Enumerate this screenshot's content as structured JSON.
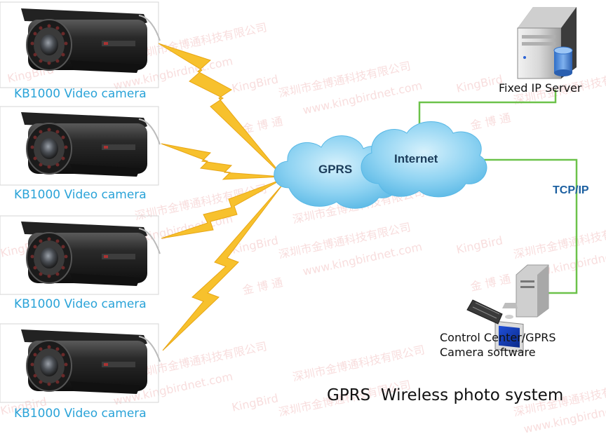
{
  "cameras": [
    {
      "label": "KB1000 Video camera"
    },
    {
      "label": "KB1000 Video camera"
    },
    {
      "label": "KB1000 Video camera"
    },
    {
      "label": "KB1000 Video camera"
    }
  ],
  "clouds": {
    "gprs": "GPRS",
    "internet": "Internet"
  },
  "server": {
    "label": "Fixed IP Server"
  },
  "link": {
    "protocol": "TCP/IP"
  },
  "control_center": {
    "line1": "Control Center/GPRS",
    "line2": "Camera software"
  },
  "title": "GPRS  Wireless photo system",
  "watermark": {
    "brand": "KingBird",
    "company": "深圳市金博通科技有限公司",
    "url": "www.kingbirdnet.com",
    "cn": "金 博 通"
  },
  "colors": {
    "camera_label": "#2aa3d8",
    "lightning": "#f7c12d",
    "cloud": "#8fd3f2",
    "link_line": "#6cc24a",
    "protocol": "#1b5fa0"
  }
}
